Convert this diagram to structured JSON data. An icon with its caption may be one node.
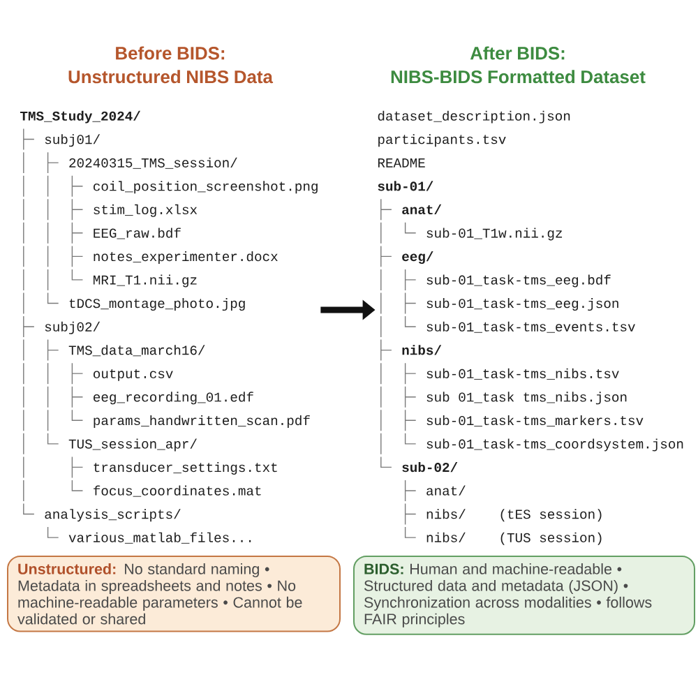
{
  "diagram": {
    "nodes": [
      {
        "text": [
          "Before BIDS: Unstructured NIBS Data",
          "TMS_Study_2024/",
          "subj01/",
          "20240315_TMS_session/",
          "coil_position_screenshot.png",
          "stim_log.xlsx",
          "EEG_raw.bdf",
          "notes_experimenter.docx",
          "MRI_T1.nii.gz",
          "tDCS_montage_photo.jpg",
          "subj02/",
          "TMS_data_march16/",
          "output.csv",
          "eeg_recording_01.edf",
          "params_handwritten_scan.pdf",
          "TUS_session_apr/",
          "transducer_settings.txt",
          "focus_coordinates.mat",
          "analysis_scripts/",
          "various_matlab_files..."
        ]
      },
      {
        "text": [
          "After BIDS: NIBS-BIDS Formatted Dataset",
          "dataset_description.json",
          "participants.tsv",
          "README",
          "sub-01/",
          "anat/",
          "sub-01_T1w.nii.gz",
          "eeg/",
          "sub-01_task-tms_eeg.bdf",
          "sub-01_task-tms_eeg.json",
          "sub-01_task-tms_events.tsv",
          "nibs/",
          "sub-01_task-tms_nibs.tsv",
          "sub 01_task tms_nibs.json",
          "sub-01_task-tms_markers.tsv",
          "sub-01_task-tms_coordsystem.json",
          "sub-02/",
          "anat/",
          "nibs/",
          "(tES session)",
          "nibs/",
          "(TUS session)"
        ]
      },
      {
        "text": [
          "**Unstructured:** No standard naming • Metadata in spreadsheets and notes • No machine-readable parameters • Cannot be validated or shared"
        ]
      },
      {
        "text": [
          "**BIDS:** Human and machine-readable • Structured data and metadata (JSON) • Synchronization across modalities • follows FAIR principles"
        ]
      }
    ],
    "edges": [
      {
        "from": 0,
        "to": 1,
        "arrow": "to"
      }
    ]
  }
}
